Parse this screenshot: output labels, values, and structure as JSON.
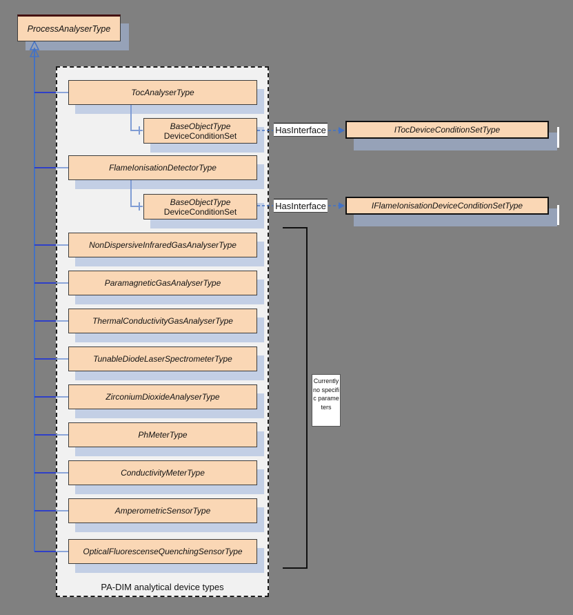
{
  "diagram": {
    "root_label": "ProcessAnalyserType",
    "group_caption": "PA-DIM analytical device types",
    "subtypes": [
      "TocAnalyserType",
      "FlameIonisationDetectorType",
      "NonDispersiveInfraredGasAnalyserType",
      "ParamagneticGasAnalyserType",
      "ThermalConductivityGasAnalyserType",
      "TunableDiodeLaserSpectrometerType",
      "ZirconiumDioxideAnalyserType",
      "PhMeterType",
      "ConductivityMeterType",
      "AmperometricSensorType",
      "OpticalFluorescenseQuenchingSensorType"
    ],
    "condition_sets": [
      {
        "type_label": "BaseObjectType",
        "instance_label": "DeviceConditionSet"
      },
      {
        "type_label": "BaseObjectType",
        "instance_label": "DeviceConditionSet"
      }
    ],
    "references": [
      "HasInterface",
      "HasInterface"
    ],
    "interfaces": [
      "ITocDeviceConditionSetType",
      "IFlameIonisationDeviceConditionSetType"
    ],
    "annotation": "Currently no specific parameters",
    "colors": {
      "node_fill": "#fad7b5",
      "connector_blue": "#4472c4",
      "background": "#808080",
      "group_fill": "#f1f1f1"
    }
  }
}
